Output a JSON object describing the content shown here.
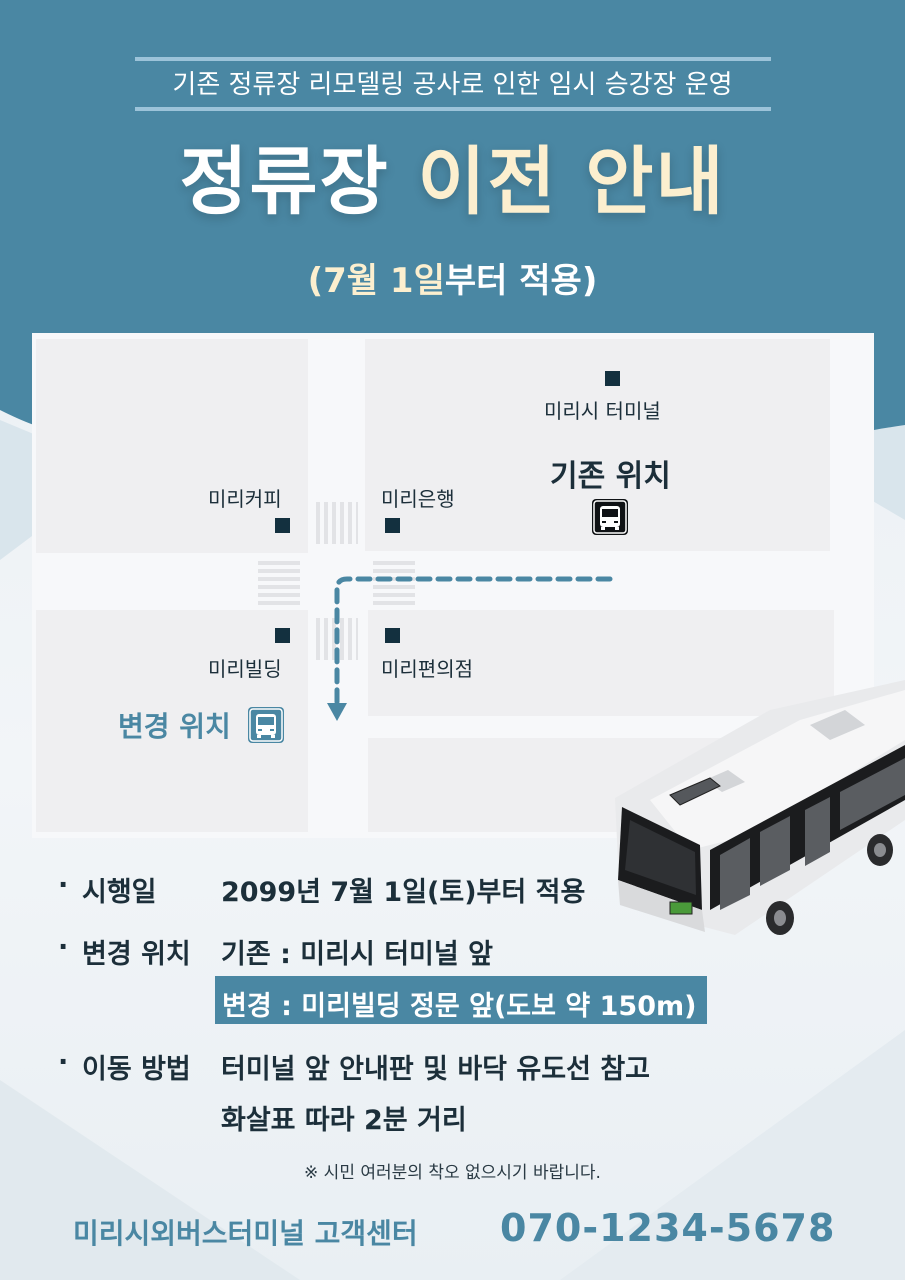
{
  "header": {
    "subtitle": "기존 정류장 리모델링 공사로 인한 임시 승강장 운영",
    "title_main": "정류장",
    "title_accent": "이전 안내",
    "applies_accent": "(7월 1일",
    "applies_rest": "부터 적용)"
  },
  "map": {
    "pois": [
      {
        "label": "미리시 터미널"
      },
      {
        "label": "미리커피"
      },
      {
        "label": "미리은행"
      },
      {
        "label": "미리빌딩"
      },
      {
        "label": "미리편의점"
      }
    ],
    "old_location_label": "기존 위치",
    "new_location_label": "변경 위치",
    "icons": {
      "old_stop": "bus-stop-icon",
      "new_stop": "bus-stop-icon",
      "route": "dashed-arrow",
      "illustration": "bus-illustration"
    }
  },
  "details": [
    {
      "label": "시행일",
      "values": [
        "2099년 7월 1일(토)부터 적용"
      ]
    },
    {
      "label": "변경 위치",
      "values": [
        "기존 : 미리시 터미널 앞",
        "변경 : 미리빌딩 정문 앞(도보 약 150m)"
      ]
    },
    {
      "label": "이동 방법",
      "values": [
        "터미널 앞 안내판 및 바닥 유도선 참고",
        "화살표 따라 2분 거리"
      ]
    }
  ],
  "bullet": "·",
  "notice": "※ 시민 여러분의 착오 없으시기 바랍니다.",
  "footer": {
    "label": "미리시외버스터미널 고객센터",
    "phone": "070-1234-5678"
  },
  "colors": {
    "primary": "#4a87a3",
    "accent": "#fcefcf",
    "text_dark": "#1c2f3a",
    "rule": "#9cc3d9"
  }
}
